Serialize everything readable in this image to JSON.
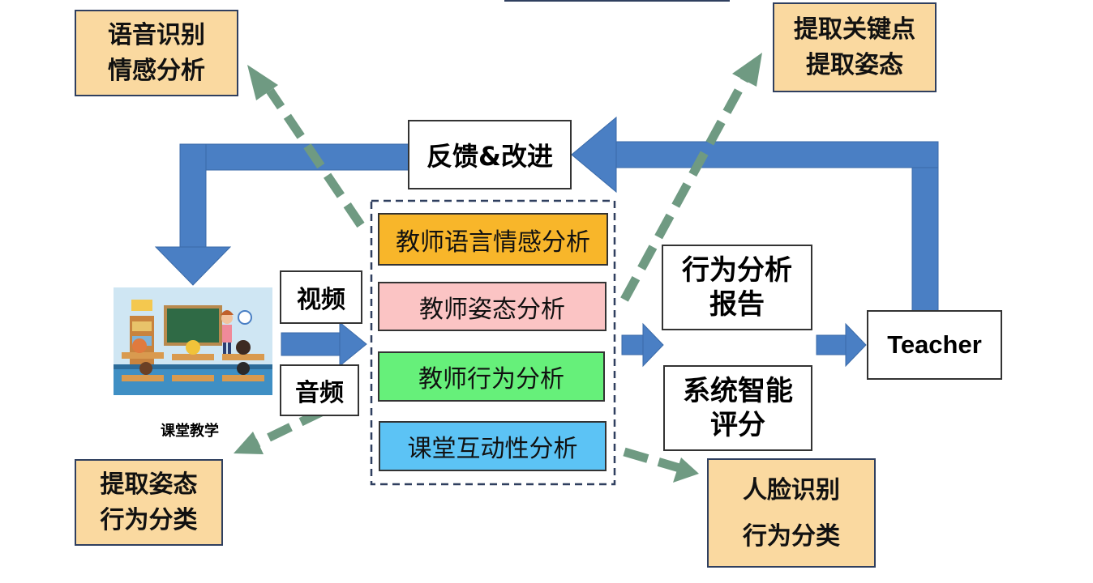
{
  "top_left_box": {
    "line1": "语音识别",
    "line2": "情感分析"
  },
  "top_right_box": {
    "line1": "提取关键点",
    "line2": "提取姿态"
  },
  "bottom_left_box": {
    "line1": "提取姿态",
    "line2": "行为分类"
  },
  "bottom_right_box": {
    "line1": "人脸识别",
    "line2": "行为分类"
  },
  "feedback_box": {
    "label": "反馈&改进"
  },
  "video_label": "视频",
  "audio_label": "音频",
  "classroom_label": "课堂教学",
  "modules": [
    {
      "label": "教师语言情感分析",
      "color": "#f8b62a"
    },
    {
      "label": "教师姿态分析",
      "color": "#fbc4c4"
    },
    {
      "label": "教师行为分析",
      "color": "#66f07a"
    },
    {
      "label": "课堂互动性分析",
      "color": "#5cc3f5"
    }
  ],
  "report_box": {
    "line1": "行为分析",
    "line2": "报告"
  },
  "score_box": {
    "line1": "系统智能",
    "line2": "评分"
  },
  "teacher_box": {
    "label": "Teacher"
  },
  "colors": {
    "arrow_blue": "#4a7fc4",
    "arrow_green": "#6f9a82",
    "note_fill": "#fad9a0"
  }
}
